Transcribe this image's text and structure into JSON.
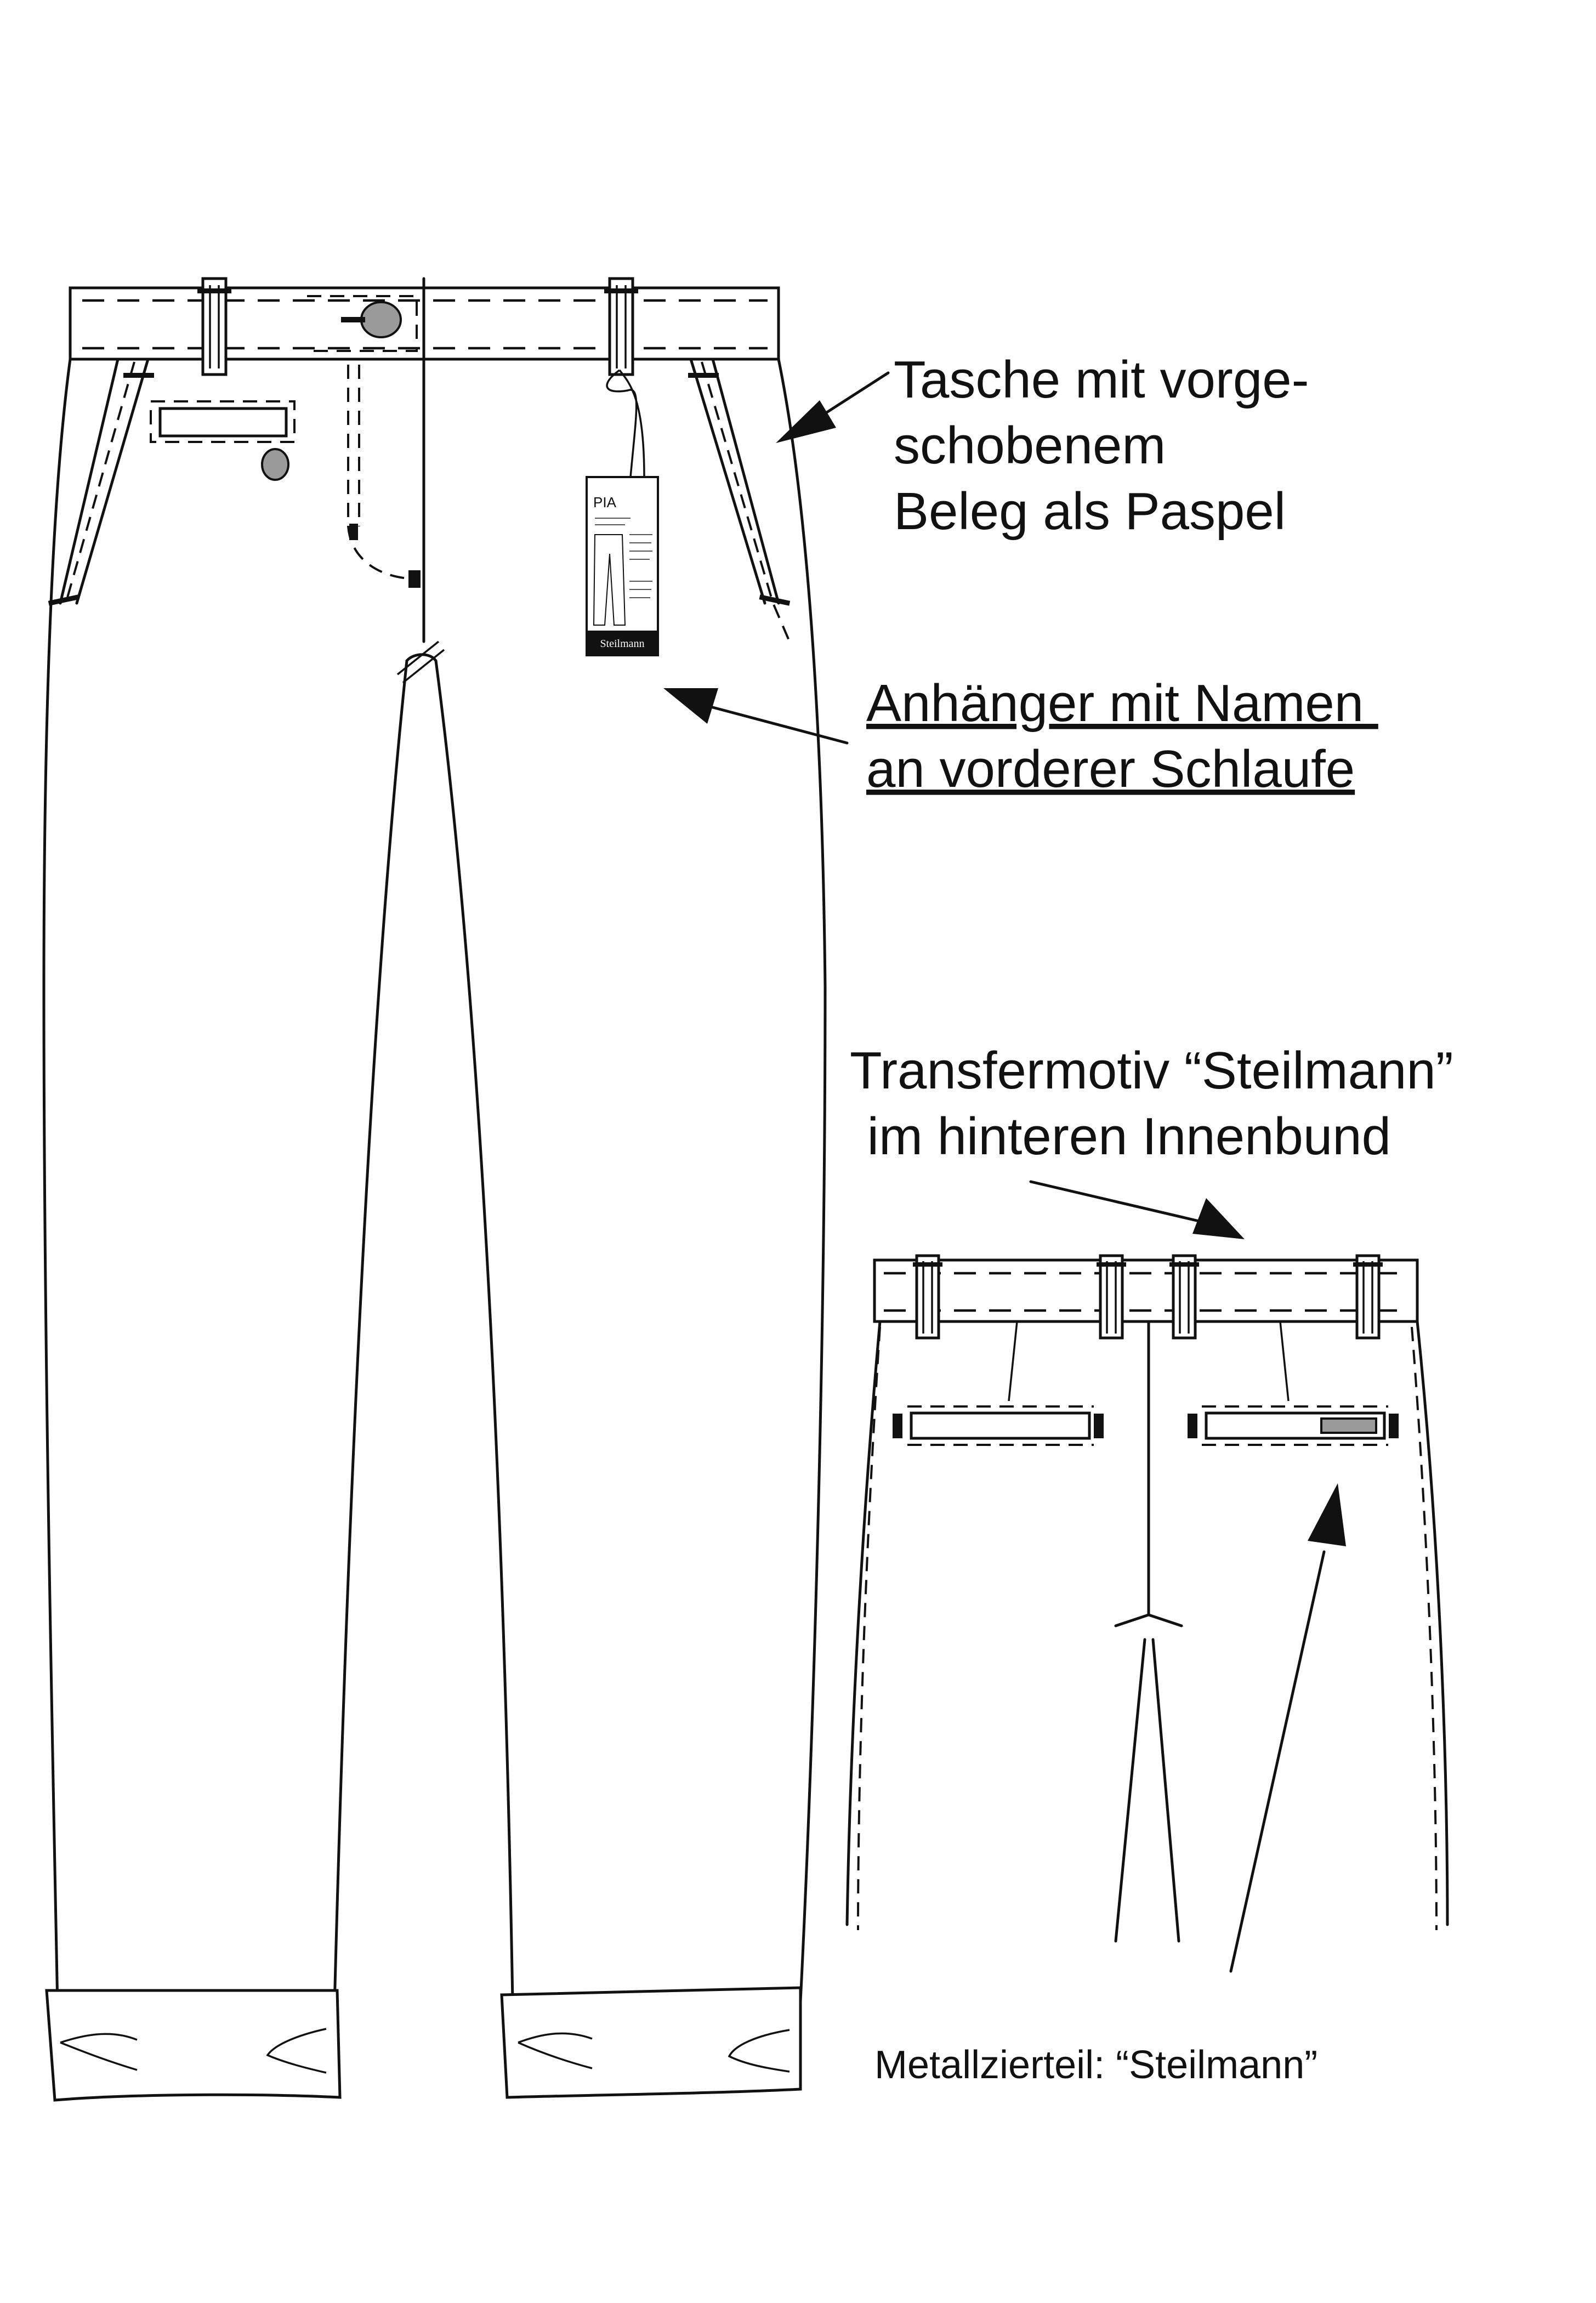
{
  "annotations": {
    "pocket": [
      "Tasche mit vorge-",
      "schobenem",
      "Beleg als Paspel"
    ],
    "tag": [
      "Anhänger mit Namen ",
      "an vorderer Schlaufe"
    ],
    "transfer": [
      "Transfermotiv “Steilmann”",
      " im hinteren Innenbund"
    ],
    "metal": "Metallzierteil: “Steilmann”"
  },
  "hang_tag": {
    "name": "PIA",
    "brand": "Steilmann"
  }
}
